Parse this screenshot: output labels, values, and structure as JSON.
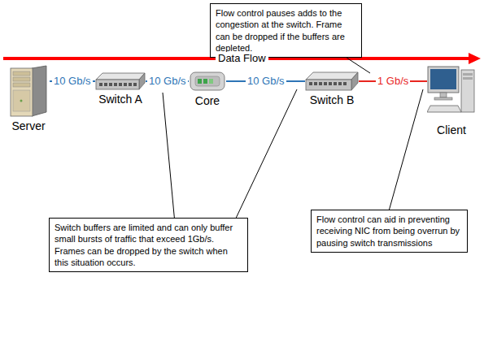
{
  "diagram": {
    "nodes": [
      {
        "text": [
          "Flow control pauses adds to the congestion at the switch. Frame can be dropped if the buffers are depleted."
        ]
      },
      {
        "text": [
          "Server"
        ]
      },
      {
        "text": [
          "Switch A"
        ]
      },
      {
        "text": [
          "Core"
        ]
      },
      {
        "text": [
          "Switch B"
        ]
      },
      {
        "text": [
          "Client"
        ]
      },
      {
        "text": [
          "Switch buffers are limited and can only buffer small bursts of traffic that exceed 1Gb/s. Frames can be dropped by the switch when this situation occurs."
        ]
      },
      {
        "text": [
          "Flow control can aid in preventing receiving NIC from being overrun by pausing switch transmissions"
        ]
      }
    ],
    "edges": [
      {
        "from": 1,
        "to": 2,
        "label": "10 Gb/s",
        "arrow": "none"
      },
      {
        "from": 2,
        "to": 3,
        "label": "10 Gb/s",
        "arrow": "none"
      },
      {
        "from": 3,
        "to": 4,
        "label": "10 Gb/s",
        "arrow": "none"
      },
      {
        "from": 4,
        "to": 5,
        "label": "1 Gb/s",
        "arrow": "none"
      }
    ],
    "labels": [
      "Data Flow"
    ]
  }
}
